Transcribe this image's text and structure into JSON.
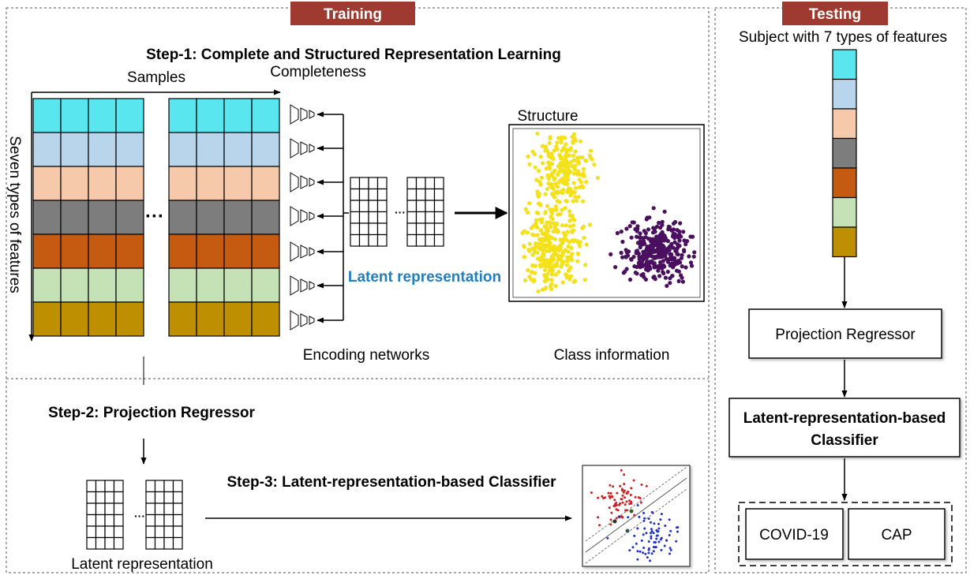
{
  "colors": {
    "header_bg": "#9e3a30",
    "feature_colors": [
      "#5ae6ee",
      "#b9d5ec",
      "#f5c9a9",
      "#7d7d7d",
      "#c55a11",
      "#c5e1b6",
      "#be8f00"
    ],
    "cluster_yellow": "#f5e11a",
    "cluster_purple": "#4a0f5e",
    "latent_label": "#1f7fbf",
    "svm_red": "#cc2222",
    "svm_blue": "#2233cc"
  },
  "training": {
    "header": "Training",
    "step1_title": "Step-1: Complete and Structured Representation Learning",
    "samples_label": "Samples",
    "completeness_label": "Completeness",
    "seven_types_label": "Seven types of features",
    "ellipsis": "···",
    "encoding_networks_label": "Encoding networks",
    "latent_label": "Latent representation",
    "structure_label": "Structure",
    "class_info_label": "Class information",
    "step2_title": "Step-2: Projection Regressor",
    "step3_title": "Step-3: Latent-representation-based Classifier",
    "latent_label_bottom": "Latent representation"
  },
  "testing": {
    "header": "Testing",
    "subject_label": "Subject with 7 types of features",
    "projection_regressor": "Projection Regressor",
    "classifier_line1": "Latent-representation-based",
    "classifier_line2": "Classifier",
    "class_1": "COVID-19",
    "class_2": "CAP"
  }
}
